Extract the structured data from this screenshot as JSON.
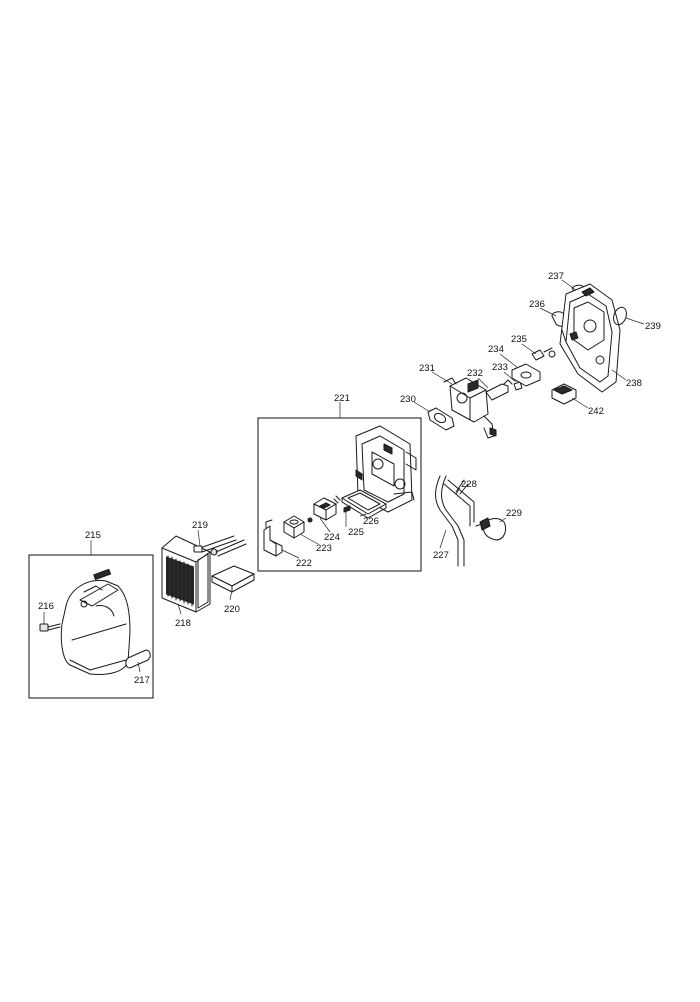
{
  "labels": {
    "p215": "215",
    "p216": "216",
    "p217": "217",
    "p218": "218",
    "p219": "219",
    "p220": "220",
    "p221": "221",
    "p222": "222",
    "p223": "223",
    "p224": "224",
    "p225": "225",
    "p226": "226",
    "p227": "227",
    "p228": "228",
    "p229": "229",
    "p230": "230",
    "p231": "231",
    "p232": "232",
    "p233": "233",
    "p234": "234",
    "p235": "235",
    "p236": "236",
    "p237": "237",
    "p238": "238",
    "p239": "239",
    "p242": "242"
  }
}
